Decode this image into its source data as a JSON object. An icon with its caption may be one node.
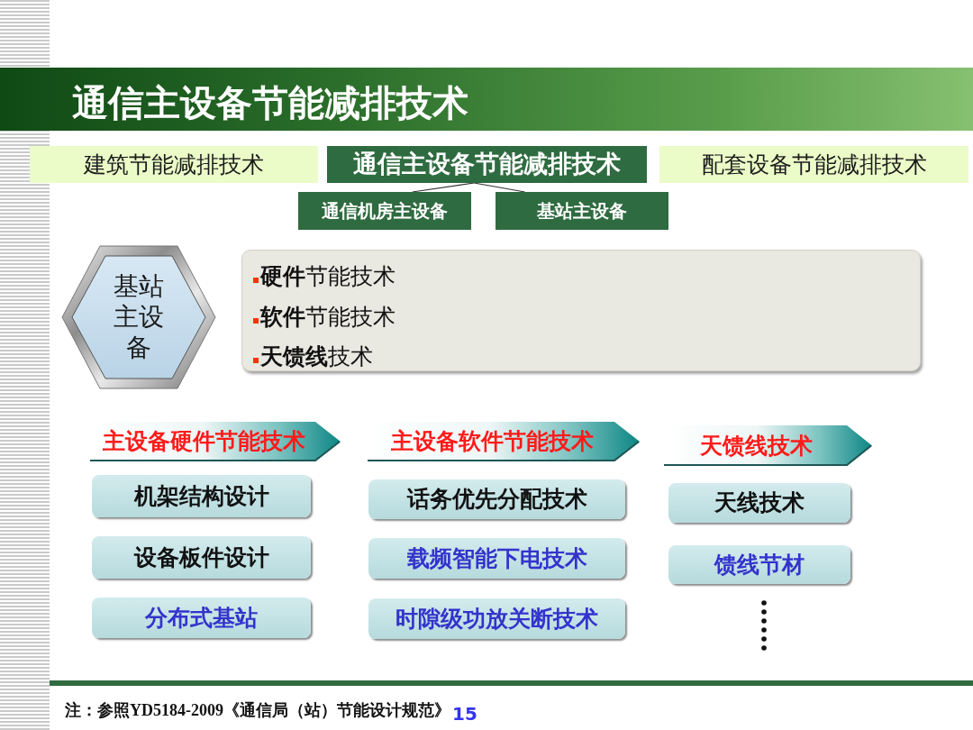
{
  "diagram": {
    "title": "通信主设备节能减排技术",
    "nodes": [
      {
        "text": [
          "建筑节能减排技术"
        ]
      },
      {
        "text": [
          "通信主设备节能减排技术"
        ]
      },
      {
        "text": [
          "配套设备节能减排技术"
        ]
      },
      {
        "text": [
          "通信机房主设备"
        ]
      },
      {
        "text": [
          "基站主设备"
        ]
      },
      {
        "text": [
          "基站主设备"
        ]
      },
      {
        "text": [
          "**硬件**节能技术",
          "**软件**节能技术",
          "**天馈线**技术"
        ]
      },
      {
        "text": [
          "主设备硬件节能技术"
        ]
      },
      {
        "text": [
          "机架结构设计"
        ]
      },
      {
        "text": [
          "设备板件设计"
        ]
      },
      {
        "text": [
          "分布式基站"
        ]
      },
      {
        "text": [
          "主设备软件节能技术"
        ]
      },
      {
        "text": [
          "话务优先分配技术"
        ]
      },
      {
        "text": [
          "载频智能下电技术"
        ]
      },
      {
        "text": [
          "时隙级功放关断技术"
        ]
      },
      {
        "text": [
          "天馈线技术"
        ]
      },
      {
        "text": [
          "天线技术"
        ]
      },
      {
        "text": [
          "馈线节材"
        ]
      }
    ],
    "edges": [
      {
        "from": 1,
        "to": 3,
        "arrow": "none"
      },
      {
        "from": 1,
        "to": 4,
        "arrow": "none"
      }
    ],
    "labels": [
      "注：参照YD5184-2009《通信局（站）节能设计规范》",
      "15"
    ]
  }
}
